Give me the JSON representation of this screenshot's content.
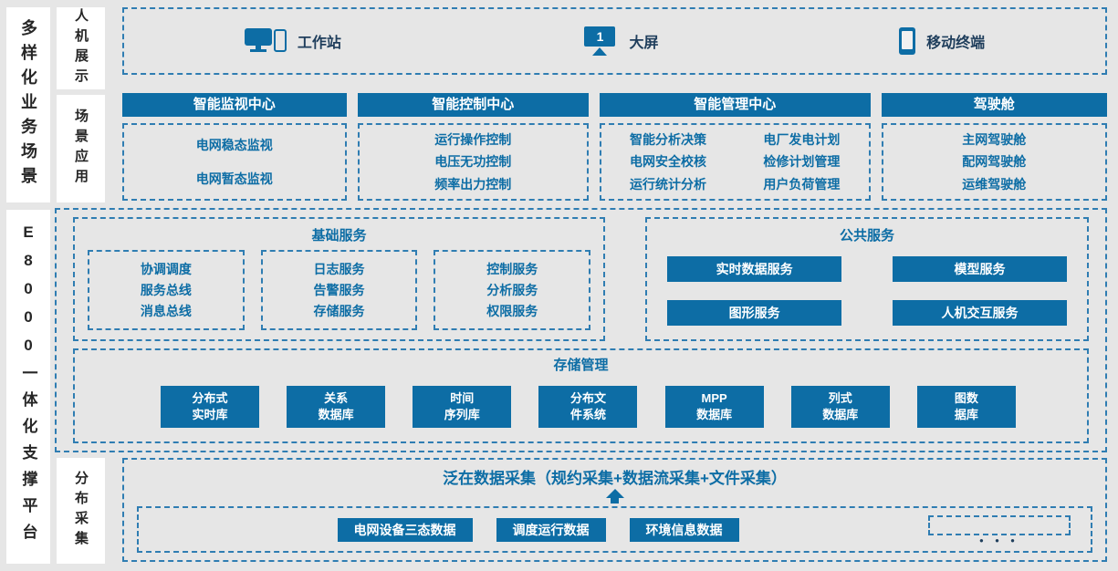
{
  "colors": {
    "primary_blue": "#0d6da5",
    "dashed_border_blue": "#2f7db2",
    "dark_label_text": "#262626",
    "device_label_text": "#1f3e5c",
    "background_gray": "#e6e6e6"
  },
  "left_rail": {
    "business": "多样化业务场景",
    "platform": "E8000一体化支撑平台"
  },
  "side_rail": {
    "display": "人机展示",
    "scenario": "场景应用",
    "collection": "分布采集"
  },
  "display_row": {
    "items": [
      {
        "icon": "workstation-icon",
        "label": "工作站"
      },
      {
        "icon": "big-screen-icon",
        "label": "大屏",
        "badge": "1"
      },
      {
        "icon": "mobile-terminal-icon",
        "label": "移动终端"
      }
    ]
  },
  "scenario_row": {
    "columns": [
      {
        "header": "智能监视中心",
        "items": [
          "电网稳态监视",
          "电网暂态监视"
        ]
      },
      {
        "header": "智能控制中心",
        "items": [
          "运行操作控制",
          "电压无功控制",
          "频率出力控制"
        ]
      },
      {
        "header": "智能管理中心",
        "groups": [
          [
            "智能分析决策",
            "电网安全校核",
            "运行统计分析"
          ],
          [
            "电厂发电计划",
            "检修计划管理",
            "用户负荷管理"
          ]
        ]
      },
      {
        "header": "驾驶舱",
        "items": [
          "主网驾驶舱",
          "配网驾驶舱",
          "运维驾驶舱"
        ]
      }
    ]
  },
  "platform": {
    "basic_services": {
      "title": "基础服务",
      "groups": [
        [
          "协调调度",
          "服务总线",
          "消息总线"
        ],
        [
          "日志服务",
          "告警服务",
          "存储服务"
        ],
        [
          "控制服务",
          "分析服务",
          "权限服务"
        ]
      ]
    },
    "public_services": {
      "title": "公共服务",
      "buttons": [
        "实时数据服务",
        "模型服务",
        "图形服务",
        "人机交互服务"
      ]
    },
    "storage": {
      "title": "存储管理",
      "buttons": [
        {
          "line1": "分布式",
          "line2": "实时库"
        },
        {
          "line1": "关系",
          "line2": "数据库"
        },
        {
          "line1": "时间",
          "line2": "序列库"
        },
        {
          "line1": "分布文",
          "line2": "件系统"
        },
        {
          "line1": "MPP",
          "line2": "数据库"
        },
        {
          "line1": "列式",
          "line2": "数据库"
        },
        {
          "line1": "图数",
          "line2": "据库"
        }
      ]
    }
  },
  "collection": {
    "title": "泛在数据采集（规约采集+数据流采集+文件采集）",
    "buttons": [
      "电网设备三态数据",
      "调度运行数据",
      "环境信息数据"
    ],
    "ellipsis": "● ● ●"
  }
}
